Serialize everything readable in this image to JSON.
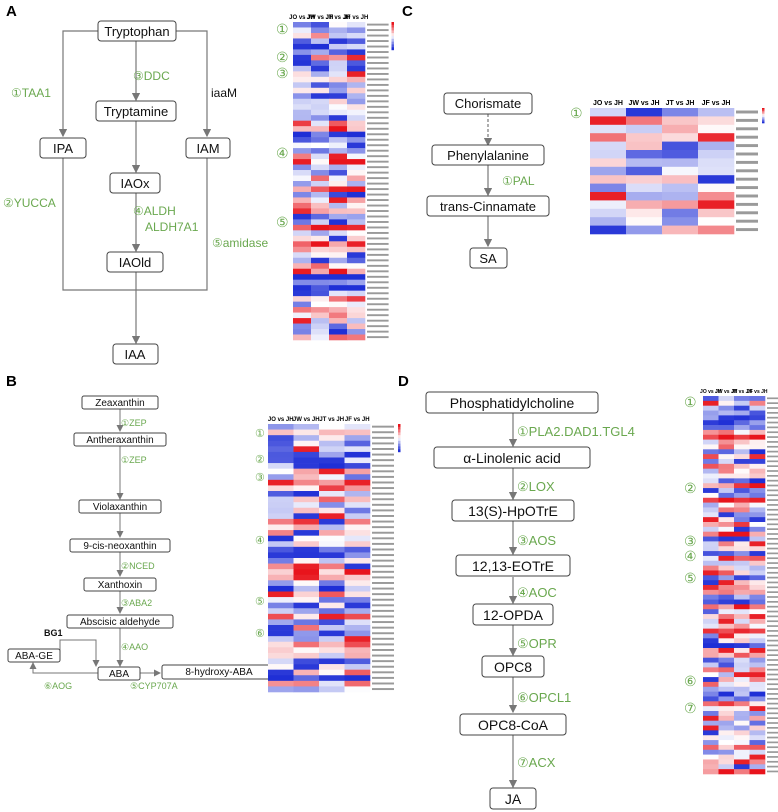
{
  "panel_labels": {
    "A": "A",
    "B": "B",
    "C": "C",
    "D": "D"
  },
  "colors": {
    "high": "#e8141c",
    "mid": "#ffffff",
    "low": "#1f2fd6",
    "step_label": "#6aa84f",
    "box_border": "#444444",
    "arrow": "#777777"
  },
  "panelA": {
    "nodes": {
      "tryptophan": "Tryptophan",
      "tryptamine": "Tryptamine",
      "ipa": "IPA",
      "iam": "IAM",
      "iaox": "IAOx",
      "iaold": "IAOld",
      "iaa": "IAA"
    },
    "steps": {
      "taa1": "①TAA1",
      "ddc": "③DDC",
      "iaam": "iaaM",
      "yucca": "②YUCCA",
      "aldh": "④ALDH",
      "aldh7a1": "ALDH7A1",
      "amidase": "⑤amidase"
    },
    "hm_markers": [
      "①",
      "②",
      "③",
      "④",
      "⑤"
    ],
    "hm_columns": [
      "JO vs JH",
      "JW vs JH",
      "JT vs JH",
      "JF vs JH"
    ]
  },
  "panelB": {
    "nodes": {
      "zeaxanthin": "Zeaxanthin",
      "antheraxanthin": "Antheraxanthin",
      "violaxanthin": "Violaxanthin",
      "neoxanthin": "9-cis-neoxanthin",
      "xanthoxin": "Xanthoxin",
      "abscisic_aldehyde": "Abscisic aldehyde",
      "aba": "ABA",
      "aba_ge": "ABA-GE",
      "hydroxy_aba": "8-hydroxy-ABA"
    },
    "steps": {
      "zep1": "①ZEP",
      "zep2": "①ZEP",
      "nced": "②NCED",
      "aba2": "③ABA2",
      "aao": "④AAO",
      "aog": "⑥AOG",
      "cyp": "⑤CYP707A",
      "bg1": "BG1"
    },
    "hm_markers": [
      "①",
      "②",
      "③",
      "④",
      "⑤",
      "⑥"
    ],
    "hm_columns": [
      "JO vs JH",
      "JW vs JH",
      "JT vs JH",
      "JF vs JH"
    ]
  },
  "panelC": {
    "nodes": {
      "chorismate": "Chorismate",
      "phenylalanine": "Phenylalanine",
      "cinnamate": "trans-Cinnamate",
      "sa": "SA"
    },
    "steps": {
      "pal": "①PAL"
    },
    "hm_markers": [
      "①"
    ],
    "hm_columns": [
      "JO vs JH",
      "JW vs JH",
      "JT vs JH",
      "JF vs JH"
    ]
  },
  "panelD": {
    "nodes": {
      "pc": "Phosphatidylcholine",
      "lin": "α-Linolenic acid",
      "hpotre": "13(S)-HpOTrE",
      "eotre": "12,13-EOTrE",
      "opda": "12-OPDA",
      "opc8": "OPC8",
      "opc8coa": "OPC8-CoA",
      "ja": "JA"
    },
    "steps": {
      "pla2": "①PLA2.DAD1.TGL4",
      "lox": "②LOX",
      "aos": "③AOS",
      "aoc": "④AOC",
      "opr": "⑤OPR",
      "opcl1": "⑥OPCL1",
      "acx": "⑦ACX"
    },
    "hm_markers": [
      "①",
      "②",
      "③",
      "④",
      "⑤",
      "⑥",
      "⑦"
    ],
    "hm_columns": [
      "JO vs JH",
      "JW vs JH",
      "JT vs JH",
      "JF vs JH"
    ]
  },
  "heatmaps": {
    "A": {
      "rows": 58,
      "seed": 11
    },
    "B": {
      "rows": 48,
      "seed": 23
    },
    "C": {
      "rows": 15,
      "seed": 37
    },
    "D": {
      "rows": 78,
      "seed": 53
    }
  }
}
